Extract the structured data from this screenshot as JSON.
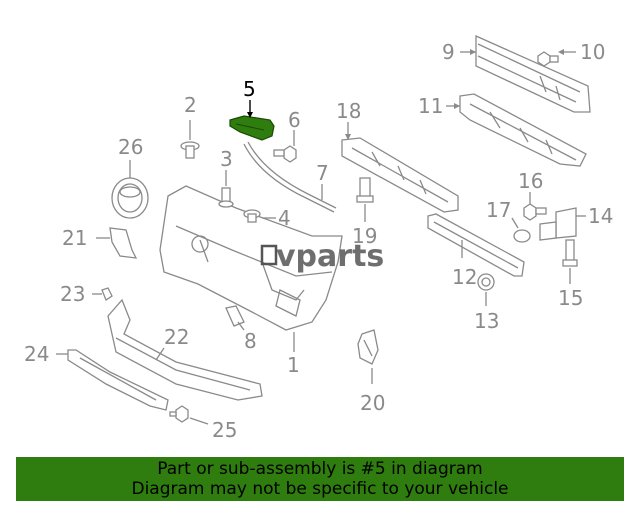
{
  "diagram": {
    "highlight_color": "#2e7d0e",
    "line_color": "#8a8a8a",
    "highlighted_callout": "5",
    "callouts": [
      "1",
      "2",
      "3",
      "4",
      "5",
      "6",
      "7",
      "8",
      "9",
      "10",
      "11",
      "12",
      "13",
      "14",
      "15",
      "16",
      "17",
      "18",
      "19",
      "20",
      "21",
      "22",
      "23",
      "24",
      "25",
      "26"
    ],
    "watermark": "vparts"
  },
  "banner": {
    "line1": "Part or sub-assembly is #5 in diagram",
    "line2": "Diagram may not be specific to your vehicle",
    "background": "#2e7d0e"
  }
}
